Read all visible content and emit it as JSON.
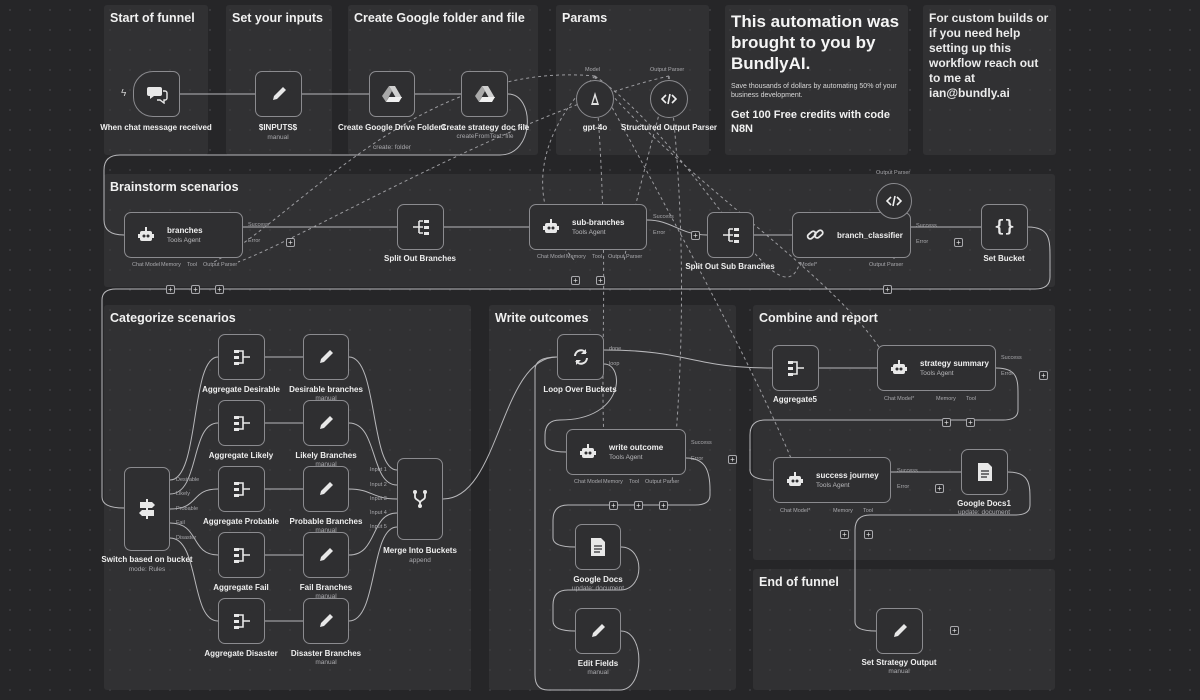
{
  "canvas": {
    "colors": {
      "background": "#262628",
      "node_border": "#8b8b8f",
      "wire": "#b8b8bb",
      "sticky": "#3a3a3d"
    }
  },
  "stickies": {
    "start_of_funnel": "Start of funnel",
    "set_inputs": "Set your inputs",
    "create_folder_file": "Create Google folder and file",
    "params": "Params",
    "promo": {
      "title": "This automation was brought to you by BundlyAI.",
      "body": "Save thousands of dollars by automating 50% of your business development.",
      "offer": "Get 100 Free credits with code N8N"
    },
    "contact": {
      "text": "For custom builds or if you need help setting up this workflow reach out to me at",
      "email": "ian@bundly.ai"
    },
    "brainstorm": "Brainstorm scenarios",
    "categorize": "Categorize scenarios",
    "write_outcomes": "Write outcomes",
    "combine_report": "Combine and report",
    "end_of_funnel": "End of funnel"
  },
  "nodes": {
    "chat_trigger": {
      "name": "When chat message received",
      "icon": "chat-icon"
    },
    "inputs": {
      "name": "$INPUTS$",
      "sub": "manual",
      "icon": "pencil-icon"
    },
    "drive_folder": {
      "name": "Create Google Drive Folder1",
      "sub": "create: folder",
      "icon": "google-drive-icon"
    },
    "strategy_doc": {
      "name": "Create strategy doc file",
      "sub": "createFromText: file",
      "icon": "google-drive-icon"
    },
    "gpt4o": {
      "name": "gpt-4o",
      "port_top": "Model",
      "icon": "openai-icon"
    },
    "structured_parser": {
      "name": "Structured Output Parser",
      "port_top": "Output Parser",
      "icon": "code-icon"
    },
    "branches": {
      "name": "branches",
      "sub": "Tools Agent",
      "icon": "robot-icon"
    },
    "split_branches": {
      "name": "Split Out Branches",
      "icon": "split-icon"
    },
    "sub_branches": {
      "name": "sub-branches",
      "sub": "Tools Agent",
      "icon": "robot-icon"
    },
    "split_sub_branches": {
      "name": "Split Out Sub Branches",
      "icon": "split-icon"
    },
    "branch_classifier": {
      "name": "branch_classifier",
      "icon": "chain-icon"
    },
    "classifier_parser": {
      "port_top": "Output Parser",
      "icon": "code-icon"
    },
    "set_bucket": {
      "name": "Set Bucket",
      "icon": "braces-icon"
    },
    "switch": {
      "name": "Switch based on bucket",
      "sub": "mode: Rules",
      "icon": "signpost-icon",
      "outputs": [
        "Desirable",
        "Likely",
        "Probable",
        "Fail",
        "Disaster"
      ]
    },
    "agg_desirable": {
      "name": "Aggregate Desirable",
      "icon": "aggregate-icon"
    },
    "agg_likely": {
      "name": "Aggregate Likely",
      "icon": "aggregate-icon"
    },
    "agg_probable": {
      "name": "Aggregate Probable",
      "icon": "aggregate-icon"
    },
    "agg_fail": {
      "name": "Aggregate Fail",
      "icon": "aggregate-icon"
    },
    "agg_disaster": {
      "name": "Aggregate Disaster",
      "icon": "aggregate-icon"
    },
    "set_desirable": {
      "name": "Desirable branches",
      "sub": "manual",
      "icon": "pencil-icon"
    },
    "set_likely": {
      "name": "Likely Branches",
      "sub": "manual",
      "icon": "pencil-icon"
    },
    "set_probable": {
      "name": "Probable Branches",
      "sub": "manual",
      "icon": "pencil-icon"
    },
    "set_fail": {
      "name": "Fail Branches",
      "sub": "manual",
      "icon": "pencil-icon"
    },
    "set_disaster": {
      "name": "Disaster Branches",
      "sub": "manual",
      "icon": "pencil-icon"
    },
    "merge": {
      "name": "Merge Into Buckets",
      "sub": "append",
      "icon": "merge-icon",
      "inputs": [
        "Input 1",
        "Input 2",
        "Input 3",
        "Input 4",
        "Input 5"
      ]
    },
    "loop": {
      "name": "Loop Over Buckets",
      "port_done": "done",
      "port_loop": "loop",
      "icon": "loop-icon"
    },
    "write_outcome": {
      "name": "write outcome",
      "sub": "Tools Agent",
      "icon": "robot-icon"
    },
    "google_docs": {
      "name": "Google Docs",
      "sub": "update: document",
      "icon": "docs-icon"
    },
    "edit_fields": {
      "name": "Edit Fields",
      "sub": "manual",
      "icon": "pencil-icon"
    },
    "aggregate5": {
      "name": "Aggregate5",
      "icon": "aggregate-icon"
    },
    "strategy_summary": {
      "name": "strategy summary",
      "sub": "Tools Agent",
      "icon": "robot-icon"
    },
    "success_journey": {
      "name": "success journey",
      "sub": "Tools Agent",
      "icon": "robot-icon"
    },
    "google_docs1": {
      "name": "Google Docs1",
      "sub": "update: document",
      "icon": "docs-icon"
    },
    "set_strategy_output": {
      "name": "Set Strategy Output",
      "sub": "manual",
      "icon": "pencil-icon"
    }
  },
  "ports": {
    "success": "Success",
    "error": "Error",
    "chat_model": "Chat Model",
    "chat_model_req": "Chat Model*",
    "memory": "Memory",
    "tool": "Tool",
    "output_parser": "Output Parser",
    "model_req": "Model*"
  }
}
